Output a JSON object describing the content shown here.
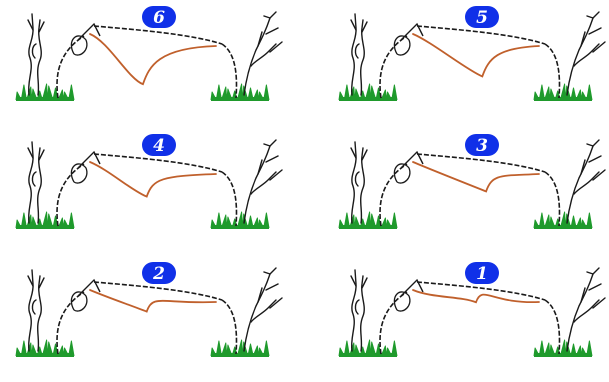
{
  "colors": {
    "background": "#ffffff",
    "badge": "#1030e8",
    "badge_text": "#ffffff",
    "frame": "#1a1a1a",
    "curve": "#c0602c",
    "grass": "#1f9a2c"
  },
  "panels": [
    {
      "label": "6",
      "sag": 0.85,
      "dip_position": 0.42
    },
    {
      "label": "5",
      "sag": 0.7,
      "dip_position": 0.55
    },
    {
      "label": "4",
      "sag": 0.55,
      "dip_position": 0.45
    },
    {
      "label": "3",
      "sag": 0.45,
      "dip_position": 0.58
    },
    {
      "label": "2",
      "sag": 0.3,
      "dip_position": 0.45
    },
    {
      "label": "1",
      "sag": 0.12,
      "dip_position": 0.5
    }
  ]
}
